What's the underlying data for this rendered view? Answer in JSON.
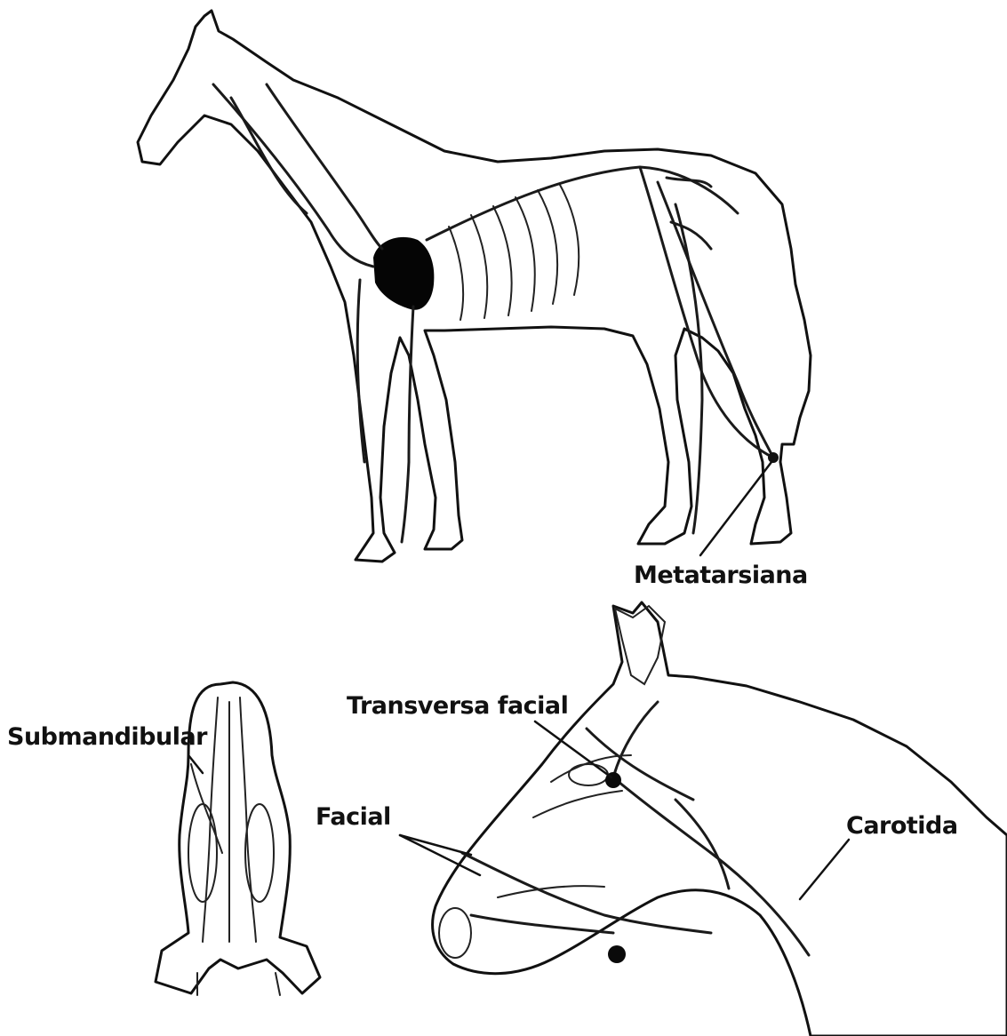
{
  "labels": {
    "metatarsiana": "Metatarsiana",
    "transversa_facial": "Transversa facial",
    "submandibular": "Submandibular",
    "facial": "Facial",
    "carotida": "Carotida"
  },
  "colors": {
    "ink": "#111111",
    "body_shade": "#8a8a8a",
    "light_shade": "#d4d4d4",
    "heart": "#050505"
  },
  "figures": {
    "full_horse": "horse-lateral-view",
    "head_ventral": "head-ventral-view",
    "head_lateral": "head-neck-lateral-view"
  }
}
